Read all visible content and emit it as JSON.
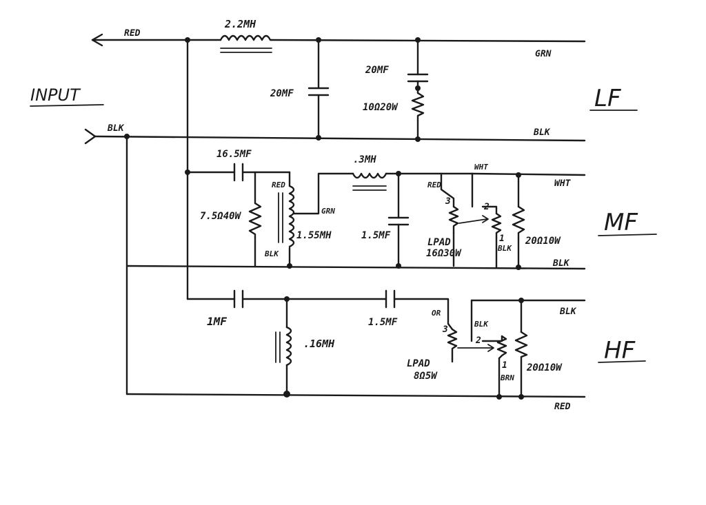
{
  "labels": {
    "input": "INPUT",
    "red_in": "RED",
    "blk_in": "BLK",
    "lf": "LF",
    "mf": "MF",
    "hf": "HF",
    "grn_out": "GRN",
    "blk_lf_out": "BLK",
    "wht_out": "WHT",
    "blk_mf_out": "BLK",
    "blk_hf_out": "BLK",
    "red_hf_out": "RED"
  },
  "lf_section": {
    "inductor": "2.2MH",
    "cap1": "20MF",
    "cap2": "20MF",
    "resistor": "10Ω20W"
  },
  "mf_section": {
    "cap": "16.5MF",
    "shunt_resistor": "7.5Ω40W",
    "autoformer": "1.55MH",
    "autoformer_red": "RED",
    "autoformer_grn": "GRN",
    "autoformer_blk": "BLK",
    "series_inductor": ".3MH",
    "shunt_cap": "1.5MF",
    "lpad_red": "RED",
    "lpad_wht": "WHT",
    "lpad_blk": "BLK",
    "pin3": "3",
    "pin2": "2",
    "pin1": "1",
    "lpad_title": "LPAD",
    "lpad_value": "16Ω30W",
    "load_resistor": "20Ω10W"
  },
  "hf_section": {
    "cap1": "1MF",
    "inductor": ".16MH",
    "cap2": "1.5MF",
    "lpad_or": "OR",
    "lpad_blk": "BLK",
    "lpad_brn": "BRN",
    "pin3": "3",
    "pin2": "2",
    "pin1": "1",
    "lpad_title": "LPAD",
    "lpad_value": "8Ω5W",
    "load_resistor": "20Ω10W"
  }
}
